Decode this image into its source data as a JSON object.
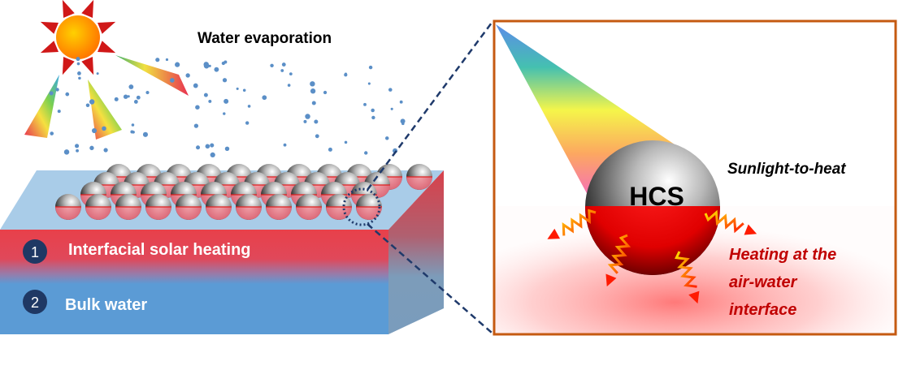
{
  "title": "Water evaporation",
  "layers": [
    {
      "number": "1",
      "label": "Interfacial solar heating"
    },
    {
      "number": "2",
      "label": "Bulk water"
    }
  ],
  "inset": {
    "particle_label": "HCS",
    "conversion_label": "Sunlight-to-heat",
    "heating_lines": [
      "Heating at the",
      "air-water",
      "interface"
    ]
  },
  "colors": {
    "heating_text": "#c00000",
    "inset_border": "#c55a11",
    "bulk_water": "#5b9bd5",
    "heating_layer": "#e8404a",
    "droplet": "#5b8fc7",
    "connector": "#1f3a6b"
  }
}
